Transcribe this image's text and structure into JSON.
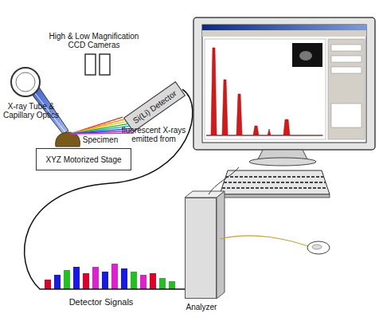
{
  "diagram": {
    "nodes": [
      {
        "text": [
          "Si(Li) Detector"
        ]
      },
      {
        "text": [
          "XYZ Motorized Stage"
        ]
      },
      {
        "text": [
          "Analyzer"
        ]
      }
    ],
    "edges": [
      {
        "from": 0,
        "to": 2,
        "arrow": "none"
      }
    ],
    "labels": [
      "High & Low Magnification CCD Cameras",
      "X-ray Tube & Capillary Optics",
      "fluorescent X-rays emitted from",
      "Specimen",
      "Detector Signals"
    ]
  }
}
